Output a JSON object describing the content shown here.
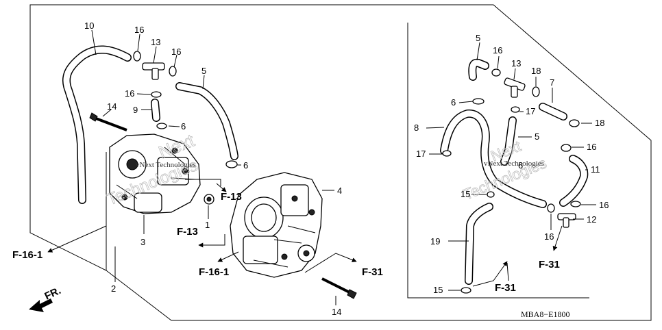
{
  "diagram": {
    "drawing_code": "MBA8−E1800",
    "watermark_lines": [
      "Next",
      "Technologies",
      "vNext Technologies"
    ],
    "direction_label": "FR.",
    "callouts": {
      "c10": "10",
      "c16a": "16",
      "c13a": "13",
      "c16b": "16",
      "c5a": "5",
      "c14a": "14",
      "c16c": "16",
      "c9": "9",
      "c6a": "6",
      "c6b": "6",
      "c4": "4",
      "c1": "1",
      "c3": "3",
      "c2": "2",
      "c14b": "14",
      "c5b": "5",
      "c16d": "16",
      "c13b": "13",
      "c18a": "18",
      "c7": "7",
      "c6c": "6",
      "c17a": "17",
      "c8": "8",
      "c18b": "18",
      "c5c": "5",
      "c16e": "16",
      "c17b": "17",
      "c6d": "6",
      "c11": "11",
      "c15a": "15",
      "c16f": "16",
      "c12": "12",
      "c16g": "16",
      "c19": "19",
      "c15b": "15"
    },
    "refs": {
      "f13a": "F-13",
      "f13b": "F-13",
      "f161a": "F-16-1",
      "f161b": "F-16-1",
      "f31a": "F-31",
      "f31b": "F-31",
      "f31c": "F-31"
    }
  }
}
